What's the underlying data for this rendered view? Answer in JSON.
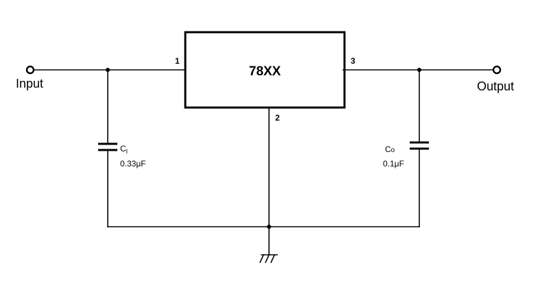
{
  "diagram": {
    "regulator": {
      "label": "78XX",
      "pin_in": "1",
      "pin_gnd": "2",
      "pin_out": "3"
    },
    "input": {
      "label": "Input"
    },
    "output": {
      "label": "Output"
    },
    "cap_in": {
      "name_base": "C",
      "name_sub": "I",
      "value": "0.33μF"
    },
    "cap_out": {
      "name_base": "C",
      "name_sub": "o",
      "value": "0.1μF"
    }
  }
}
